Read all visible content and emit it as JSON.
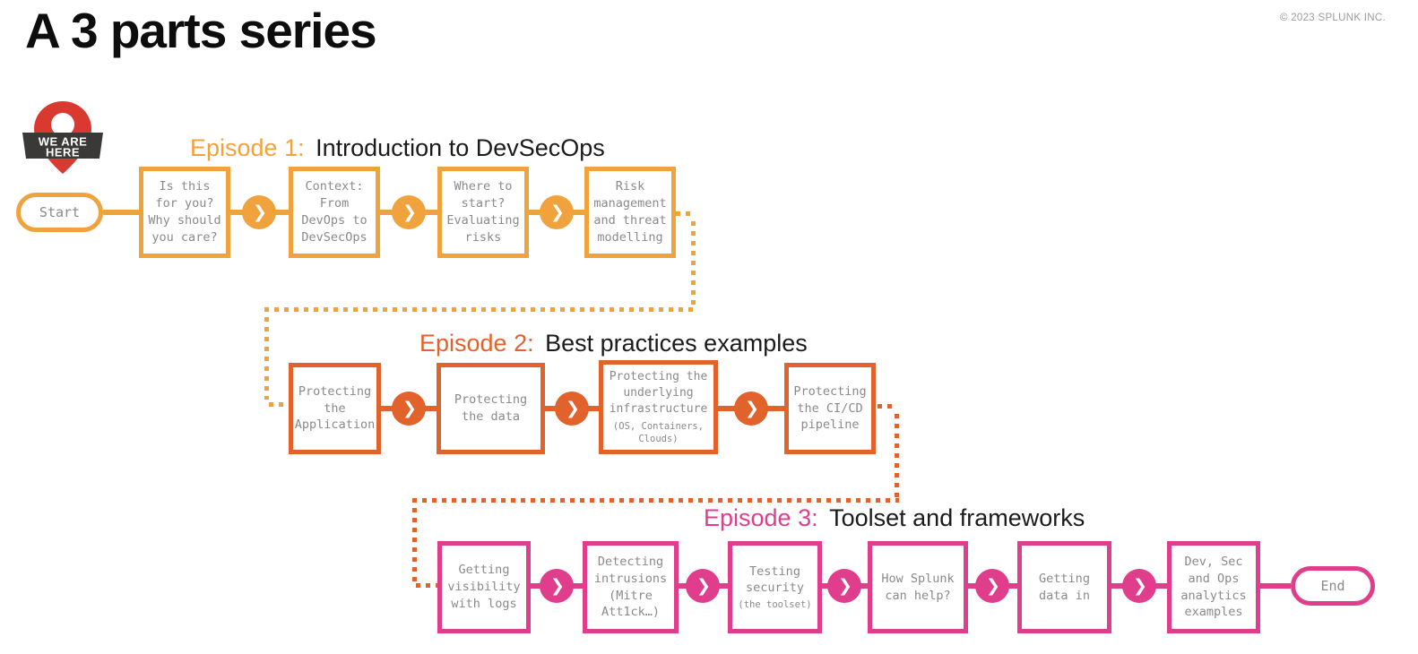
{
  "page": {
    "title": "A 3 parts series",
    "copyright": "© 2023 SPLUNK INC."
  },
  "marker": {
    "line1": "WE ARE",
    "line2": "HERE"
  },
  "terminals": {
    "start": "Start",
    "end": "End"
  },
  "icons": {
    "chevron": "❯",
    "location_pin": "map-pin"
  },
  "colors": {
    "episode1": "#F0A33C",
    "episode2": "#E2622B",
    "episode3": "#E03E8C",
    "box_text": "#8A8A8A",
    "pin_red": "#D9392F",
    "ribbon_dark": "#3A3938"
  },
  "episodes": [
    {
      "label": "Episode 1:",
      "title": "Introduction to DevSecOps",
      "steps": [
        {
          "text": "Is this\nfor you?\nWhy should\nyou care?"
        },
        {
          "text": "Context:\nFrom\nDevOps to\nDevSecOps"
        },
        {
          "text": "Where to\nstart?\nEvaluating\nrisks"
        },
        {
          "text": "Risk\nmanagement\nand threat\nmodelling"
        }
      ]
    },
    {
      "label": "Episode 2:",
      "title": "Best practices examples",
      "steps": [
        {
          "text": "Protecting\nthe\nApplication"
        },
        {
          "text": "Protecting\nthe data"
        },
        {
          "text": "Protecting the\nunderlying\ninfrastructure",
          "sub": "(OS, Containers,\nClouds)"
        },
        {
          "text": "Protecting\nthe CI/CD\npipeline"
        }
      ]
    },
    {
      "label": "Episode 3:",
      "title": "Toolset and frameworks",
      "steps": [
        {
          "text": "Getting\nvisibility\nwith logs"
        },
        {
          "text": "Detecting\nintrusions\n(Mitre\nAtt1ck…)"
        },
        {
          "text": "Testing\nsecurity",
          "sub": "(the toolset)"
        },
        {
          "text": "How Splunk\ncan help?"
        },
        {
          "text": "Getting\ndata in"
        },
        {
          "text": "Dev, Sec\nand Ops\nanalytics\nexamples"
        }
      ]
    }
  ]
}
